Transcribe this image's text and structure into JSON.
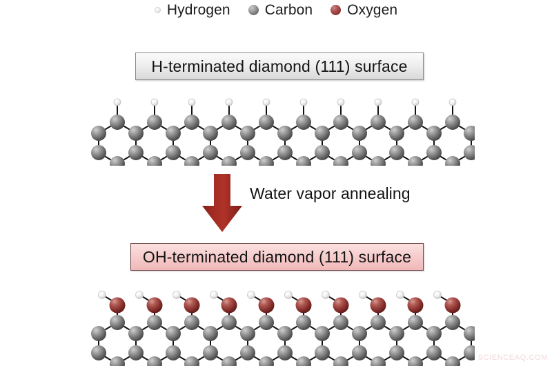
{
  "legend": {
    "items": [
      {
        "icon": "hydrogen-atom-icon",
        "label": "Hydrogen",
        "color": "#f2f2f2"
      },
      {
        "icon": "carbon-atom-icon",
        "label": "Carbon",
        "color": "#8a8a8a"
      },
      {
        "icon": "oxygen-atom-icon",
        "label": "Oxygen",
        "color": "#a04040"
      }
    ]
  },
  "top_panel": {
    "caption": "H-terminated diamond (111) surface",
    "box_fill": "#eeeeee",
    "box_border": "#8a8a8a"
  },
  "process": {
    "label": "Water vapor annealing",
    "arrow_icon": "down-arrow-icon",
    "arrow_color": "#a32b22"
  },
  "bottom_panel": {
    "caption": "OH-terminated diamond (111) surface",
    "box_fill": "#f6cccc",
    "box_border": "#6d4545"
  },
  "structures": {
    "top": {
      "name": "h-terminated-diamond-lattice",
      "termination": "H",
      "terminator_count": 10,
      "atom_colors": {
        "carbon": "#8a8a8a",
        "hydrogen": "#f2f2f2"
      }
    },
    "bottom": {
      "name": "oh-terminated-diamond-lattice",
      "termination": "OH",
      "terminator_count": 10,
      "atom_colors": {
        "carbon": "#8a8a8a",
        "oxygen": "#a04040",
        "hydrogen": "#f2f2f2"
      }
    }
  },
  "watermark": {
    "text": "SCIENCEAQ.COM"
  }
}
